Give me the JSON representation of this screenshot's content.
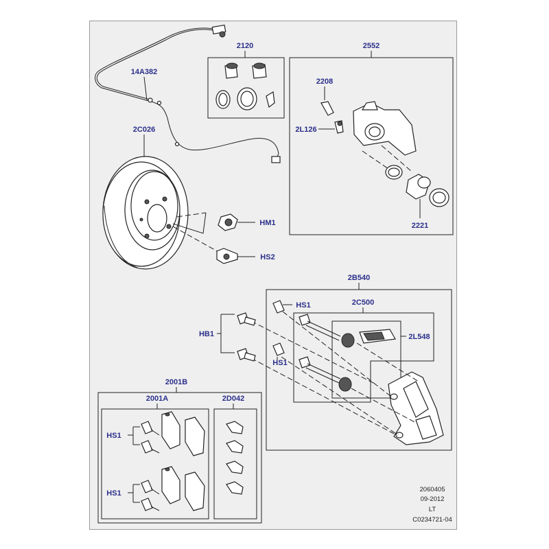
{
  "callouts": {
    "sensor": "14A382",
    "disc": "2C026",
    "caliper_seal_kit": "2120",
    "caliper_assy": "2552",
    "bleed_screw": "2208",
    "bleed_cap": "2L126",
    "piston_kit": "2221",
    "nut_hm1": "HM1",
    "screw_hs2": "HS2",
    "carrier_group": "2B540",
    "carrier": "2C500",
    "bolt_hs1_top": "HS1",
    "bolt_hs1_mid": "HS1",
    "guide_boot": "2L548",
    "bolt_hb1": "HB1",
    "pad_kit": "2001B",
    "pad_set": "2001A",
    "clip_set": "2D042",
    "bolt_hs1_pads_a": "HS1",
    "bolt_hs1_pads_b": "HS1"
  },
  "footer": {
    "code": "2060405",
    "date": "09-2012",
    "side": "LT",
    "ref": "C0234721-04"
  }
}
